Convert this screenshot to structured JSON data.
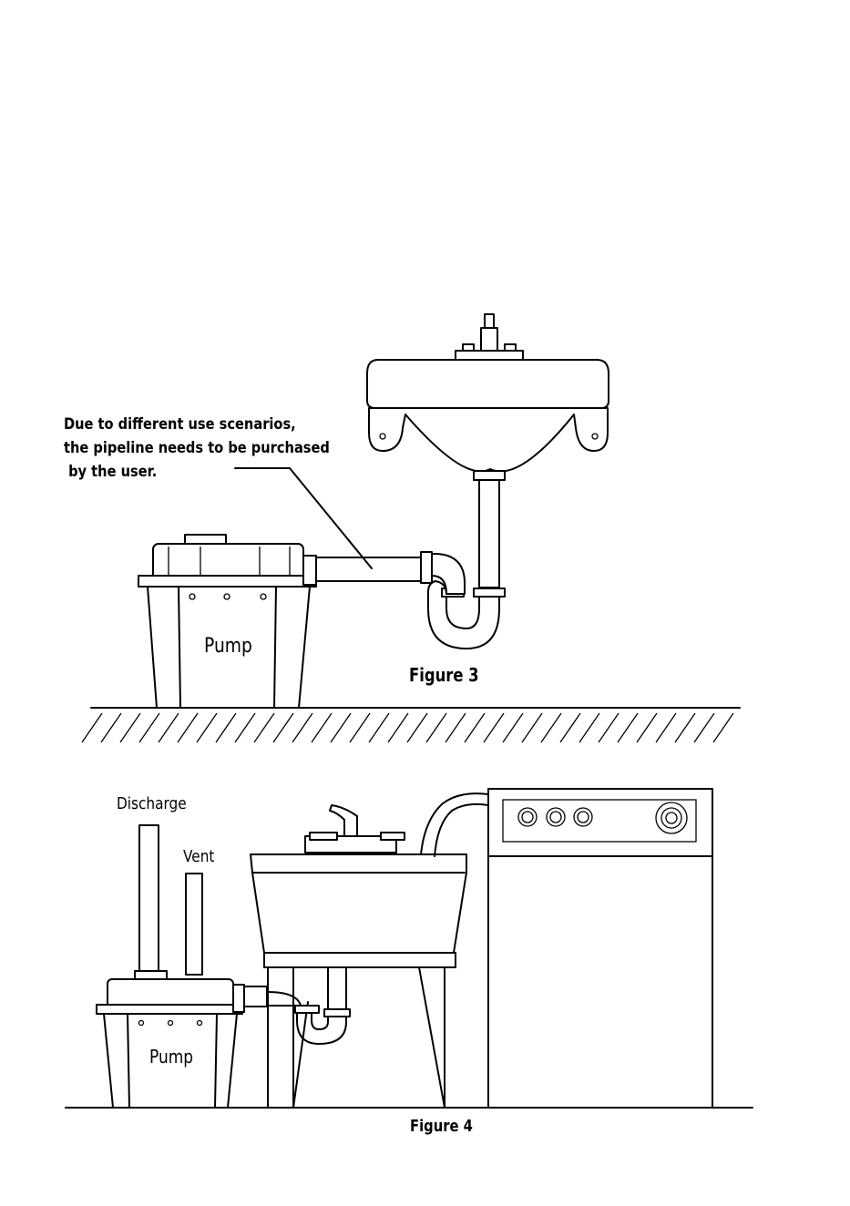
{
  "figure3": {
    "note": [
      "Due to different use scenarios,",
      "the pipeline needs to be purchased",
      " by the user."
    ],
    "pump_label": "Pump",
    "caption": "Figure 3"
  },
  "figure4": {
    "discharge_label": "Discharge",
    "vent_label": "Vent",
    "pump_label": "Pump",
    "caption": "Figure 4"
  }
}
